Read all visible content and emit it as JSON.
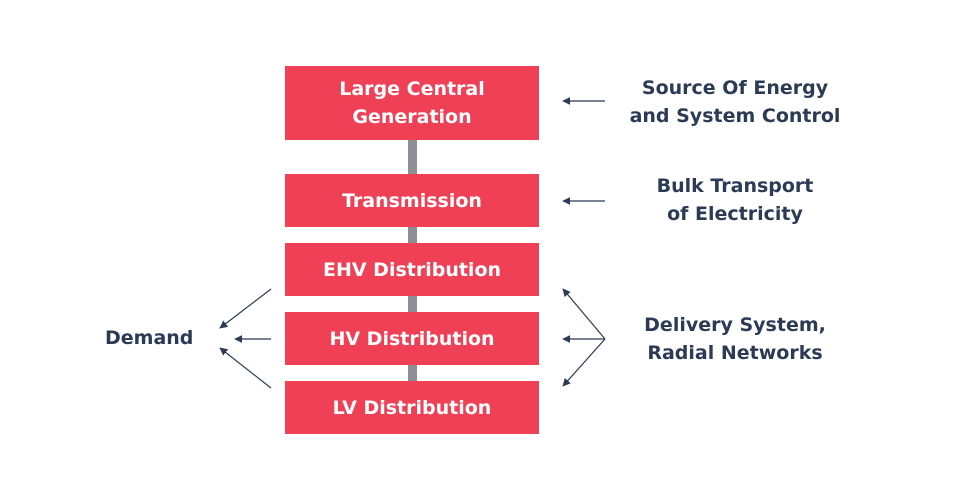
{
  "layers": [
    {
      "label": "Large Central\nGeneration"
    },
    {
      "label": "Transmission"
    },
    {
      "label": "EHV Distribution"
    },
    {
      "label": "HV Distribution"
    },
    {
      "label": "LV Distribution"
    }
  ],
  "annotations": {
    "generation": "Source Of Energy\nand System Control",
    "transmission": "Bulk Transport\nof Electricity",
    "delivery": "Delivery System,\nRadial Networks",
    "demand": "Demand"
  },
  "colors": {
    "box": "#ef4056",
    "connector": "#8e8f94",
    "text": "#2b3a55"
  }
}
